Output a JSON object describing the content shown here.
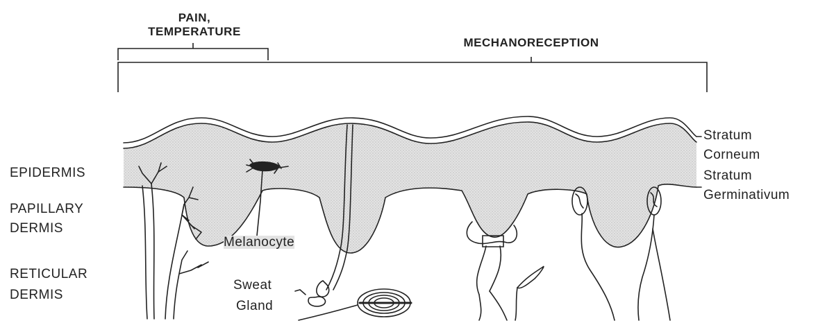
{
  "headers": {
    "pain_line1": "PAIN,",
    "pain_line2": "TEMPERATURE",
    "mechanoreception": "MECHANORECEPTION"
  },
  "left_labels": {
    "epidermis": "EPIDERMIS",
    "papillary_line1": "PAPILLARY",
    "papillary_line2": "DERMIS",
    "reticular_line1": "RETICULAR",
    "reticular_line2": "DERMIS"
  },
  "right_labels": {
    "stratum1": "Stratum",
    "corneum": "Corneum",
    "stratum2": "Stratum",
    "germinativum": "Germinativum"
  },
  "inline_labels": {
    "melanocyte": "Melanocyte",
    "sweat": "Sweat",
    "gland": "Gland"
  },
  "colors": {
    "ink": "#222222",
    "epidermis_fill": "#d9d9d9"
  }
}
